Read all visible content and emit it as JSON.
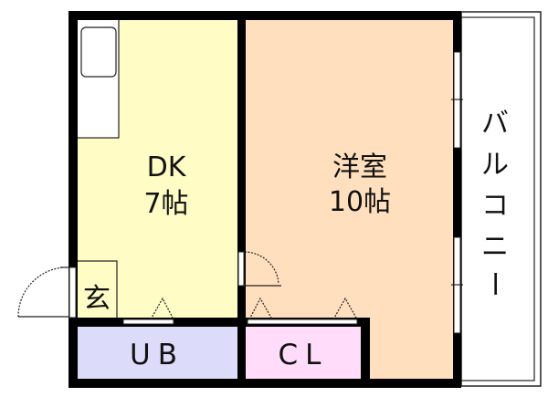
{
  "rooms": {
    "dk": {
      "name": "DK",
      "size": "7帖",
      "color": "#fffcc6"
    },
    "western": {
      "name": "洋室",
      "size": "10帖",
      "color": "#ffdfbe"
    },
    "ub": {
      "name": "UB",
      "color": "#dcdcfa"
    },
    "cl": {
      "name": "CL",
      "color": "#ffdcfa"
    },
    "entrance": {
      "name": "玄"
    },
    "balcony": {
      "chars": [
        "バ",
        "ル",
        "コ",
        "ニ",
        "ー"
      ]
    }
  }
}
